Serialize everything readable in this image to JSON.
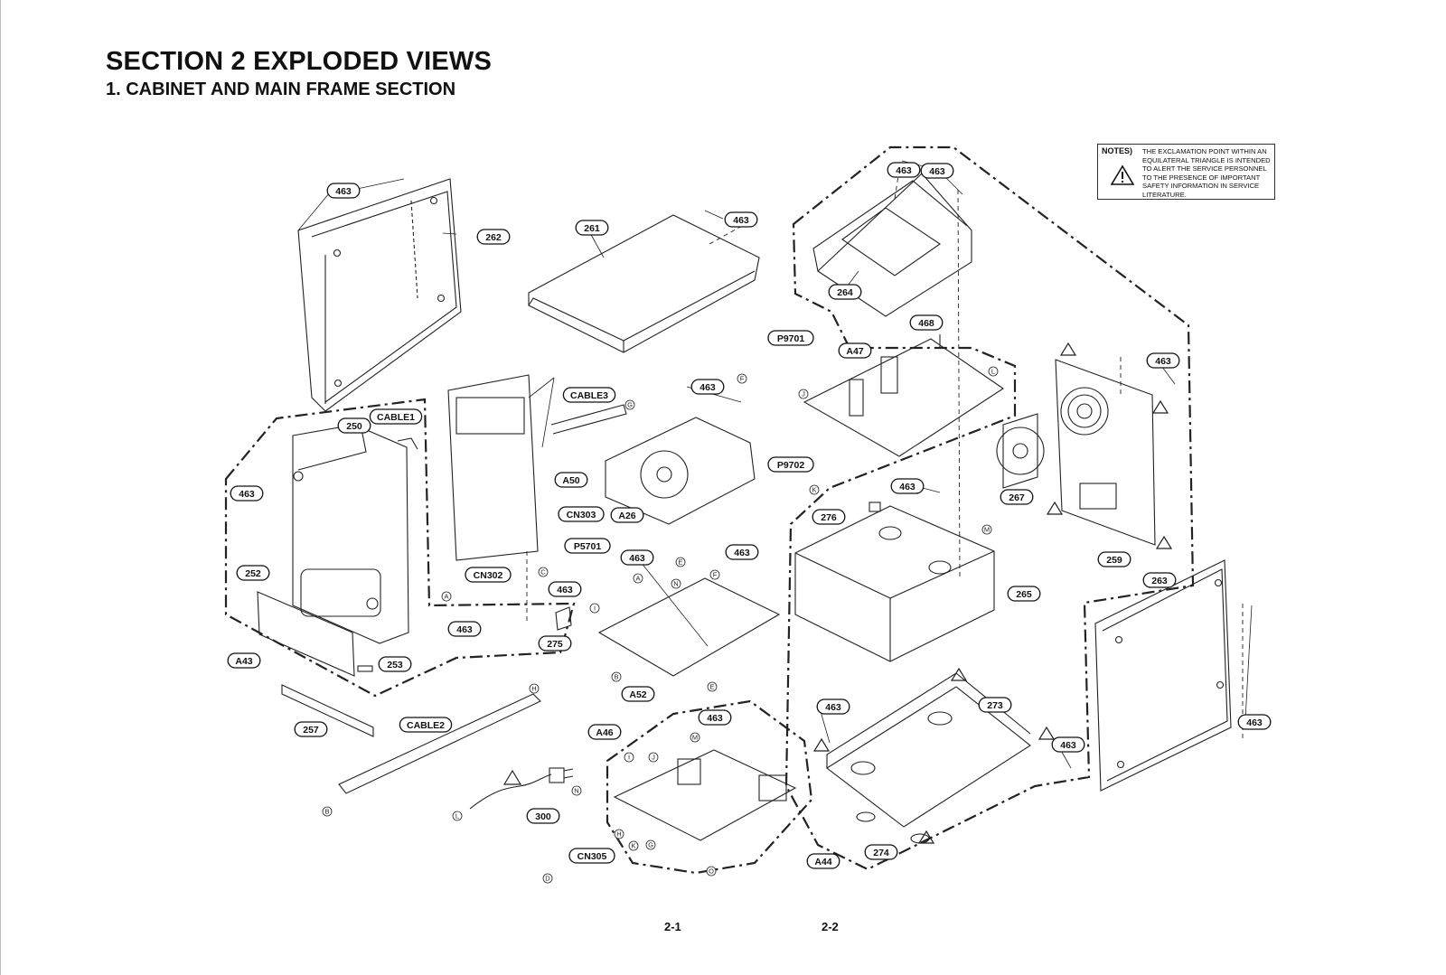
{
  "header": {
    "title": "SECTION 2 EXPLODED VIEWS",
    "subtitle": "1. CABINET AND MAIN FRAME SECTION"
  },
  "notes": {
    "title": "NOTES)",
    "body": "THE EXCLAMATION POINT WITHIN AN EQUILATERAL TRIANGLE IS INTENDED TO ALERT THE SERVICE PERSONNEL TO THE PRESENCE OF IMPORTANT SAFETY INFORMATION IN SERVICE LITERATURE."
  },
  "page_numbers": {
    "left": "2-1",
    "right": "2-2"
  },
  "part_labels": [
    "463",
    "262",
    "261",
    "463",
    "463",
    "264",
    "468",
    "P9701",
    "A47",
    "463",
    "250",
    "CABLE1",
    "463",
    "CABLE3",
    "463",
    "A50",
    "CN303",
    "A26",
    "P9702",
    "463",
    "276",
    "267",
    "259",
    "265",
    "P5701",
    "463",
    "463",
    "CN302",
    "463",
    "252",
    "463",
    "275",
    "A43",
    "253",
    "A52",
    "263",
    "463",
    "273",
    "463",
    "463",
    "A46",
    "463",
    "257",
    "CABLE2",
    "300",
    "CN305",
    "274",
    "A44",
    "463"
  ],
  "connector_letters": [
    "A",
    "B",
    "C",
    "D",
    "E",
    "F",
    "G",
    "H",
    "I",
    "J",
    "K",
    "L",
    "M",
    "N",
    "O"
  ],
  "callouts": [
    {
      "t": "A"
    },
    {
      "t": "A"
    },
    {
      "t": "B"
    },
    {
      "t": "B"
    },
    {
      "t": "C"
    },
    {
      "t": "D"
    },
    {
      "t": "E"
    },
    {
      "t": "E"
    },
    {
      "t": "F"
    },
    {
      "t": "F"
    },
    {
      "t": "G"
    },
    {
      "t": "G"
    },
    {
      "t": "H"
    },
    {
      "t": "H"
    },
    {
      "t": "I"
    },
    {
      "t": "I"
    },
    {
      "t": "J"
    },
    {
      "t": "J"
    },
    {
      "t": "K"
    },
    {
      "t": "K"
    },
    {
      "t": "L"
    },
    {
      "t": "L"
    },
    {
      "t": "M"
    },
    {
      "t": "M"
    },
    {
      "t": "N"
    },
    {
      "t": "N"
    },
    {
      "t": "O"
    }
  ]
}
